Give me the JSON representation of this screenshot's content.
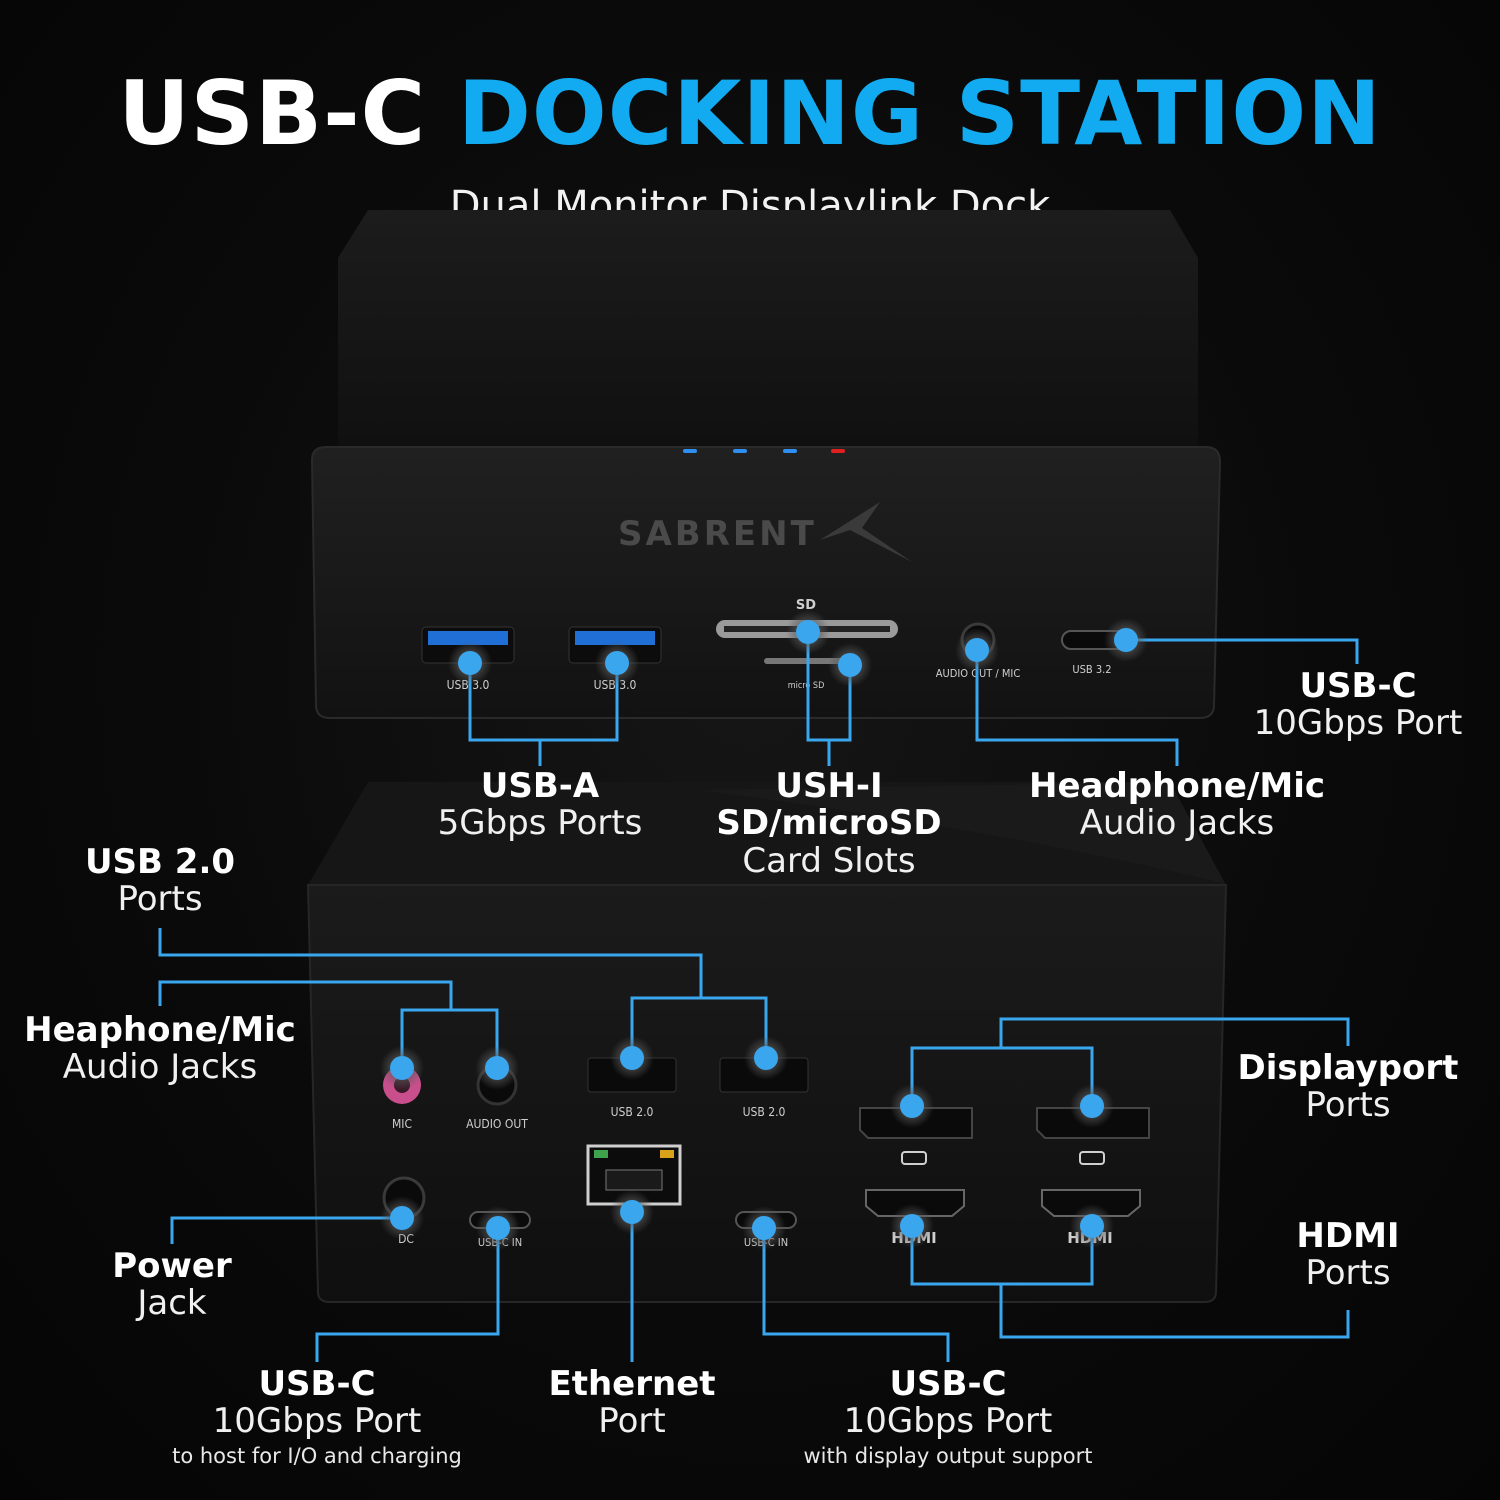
{
  "title": {
    "white": "USB-C",
    "blue": "DOCKING STATION"
  },
  "subtitle": "Dual Monitor Displaylink Dock",
  "device": {
    "brand": "SABRENT",
    "front_ports": {
      "usb_a_1": "USB 3.0",
      "usb_a_2": "USB 3.0",
      "sd": "SD",
      "microsd": "micro SD",
      "audio": "AUDIO OUT / MIC",
      "usbc": "USB 3.2"
    },
    "rear_ports": {
      "mic": "MIC",
      "audio_out": "AUDIO OUT",
      "usb2_1": "USB 2.0",
      "usb2_2": "USB 2.0",
      "dc": "DC",
      "usbc_in_1": "USB-C IN",
      "usbc_in_2": "USB-C IN",
      "hdmi_1": "HDMI",
      "hdmi_2": "HDMI"
    },
    "led_colors": [
      "#2e8ff0",
      "#2e8ff0",
      "#2e8ff0",
      "#e02020"
    ]
  },
  "callouts": {
    "usbc_front": {
      "heading": "USB-C",
      "sub": "10Gbps Port"
    },
    "usba": {
      "heading": "USB-A",
      "sub": "5Gbps Ports"
    },
    "sd": {
      "heading": "USH-I SD/microSD",
      "sub": "Card Slots"
    },
    "audio_front": {
      "heading": "Headphone/Mic",
      "sub": "Audio Jacks"
    },
    "usb2": {
      "heading": "USB 2.0",
      "sub": "Ports"
    },
    "audio_rear": {
      "heading": "Heaphone/Mic",
      "sub": "Audio Jacks"
    },
    "displayport": {
      "heading": "Displayport",
      "sub": "Ports"
    },
    "hdmi": {
      "heading": "HDMI",
      "sub": "Ports"
    },
    "power": {
      "heading": "Power",
      "sub": "Jack"
    },
    "usbc_host": {
      "heading": "USB-C",
      "sub": "10Gbps Port",
      "note": "to host for I/O and charging"
    },
    "ethernet": {
      "heading": "Ethernet",
      "sub": "Port"
    },
    "usbc_display": {
      "heading": "USB-C",
      "sub": "10Gbps Port",
      "note": "with display output support"
    }
  },
  "colors": {
    "accent": "#12aaf0",
    "line": "#3aa6ee",
    "device": "#161616"
  }
}
